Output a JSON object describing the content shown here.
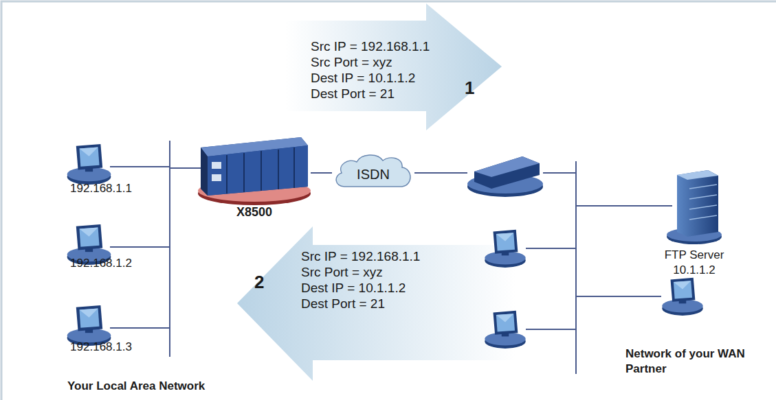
{
  "diagram": {
    "nodes": [
      {
        "text": [
          "Src IP = 192.168.1.1",
          "Src Port = xyz",
          "Dest IP = 10.1.1.2",
          "Dest Port = 21"
        ]
      },
      {
        "text": [
          "Src IP = 192.168.1.1",
          "Src Port = xyz",
          "Dest IP = 10.1.1.2",
          "Dest Port = 21"
        ]
      },
      {
        "text": [
          "192.168.1.1"
        ]
      },
      {
        "text": [
          "192.168.1.2"
        ]
      },
      {
        "text": [
          "192.168.1.3"
        ]
      },
      {
        "text": [
          "X8500"
        ]
      },
      {
        "text": [
          "ISDN"
        ]
      },
      {
        "text": [
          "FTP Server 10.1.1.2"
        ]
      }
    ],
    "edges": [
      {
        "from": 5,
        "to": 6,
        "arrow": "none"
      }
    ],
    "labels": [
      "1",
      "2",
      "Your Local Area Network",
      "Network of your WAN Partner"
    ]
  }
}
